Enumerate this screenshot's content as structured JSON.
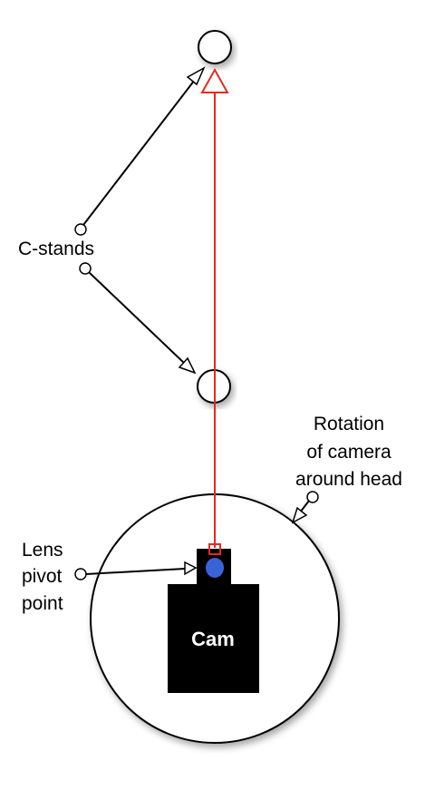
{
  "labels": {
    "c_stands": "C-stands",
    "rotation_line1": "Rotation",
    "rotation_line2": "of camera",
    "rotation_line3": "around head",
    "lens_line1": "Lens",
    "lens_line2": "pivot",
    "lens_line3": "point",
    "camera": "Cam"
  },
  "colors": {
    "sightline": "#e32b1e",
    "lens": "#3a63d8",
    "camera_body": "#000000",
    "stroke": "#000000"
  }
}
